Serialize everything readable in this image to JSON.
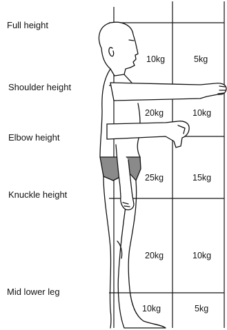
{
  "figure": {
    "height_labels": {
      "full_height": "Full height",
      "shoulder_height": "Shoulder height",
      "elbow_height": "Elbow height",
      "knuckle_height": "Knuckle height",
      "mid_lower_leg": "Mid lower leg"
    },
    "weights": {
      "full_to_shoulder": {
        "inner": "10kg",
        "outer": "5kg"
      },
      "shoulder_to_elbow": {
        "inner": "20kg",
        "outer": "10kg"
      },
      "elbow_to_knuckle": {
        "inner": "25kg",
        "outer": "15kg"
      },
      "knuckle_to_midleg": {
        "inner": "20kg",
        "outer": "10kg"
      },
      "midleg_to_floor": {
        "inner": "10kg",
        "outer": "5kg"
      }
    },
    "colors": {
      "line": "#111111",
      "shading": "#8a8a8a",
      "background": "#ffffff"
    }
  }
}
